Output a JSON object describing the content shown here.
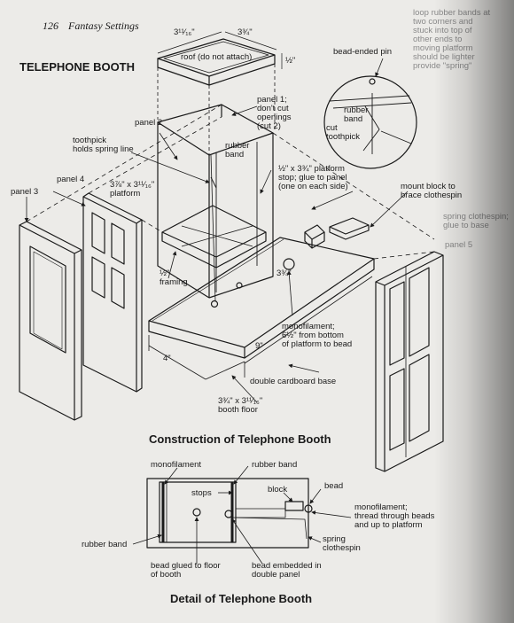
{
  "header": {
    "page_number": "126",
    "running_title": "Fantasy Settings"
  },
  "titles": {
    "main": "TELEPHONE BOOTH",
    "construction": "Construction of Telephone Booth",
    "detail": "Detail of Telephone Booth"
  },
  "labels": {
    "dim_top_left": "3¹¹⁄₁₆\"",
    "dim_top_right": "3¾\"",
    "roof": "roof (do not attach)",
    "roof_height": "½\"",
    "bead_ended_pin": "bead-ended pin",
    "panel_1": "panel 1;\ndon't cut\nopenings\n(cut 2)",
    "panel_2": "panel 2",
    "rubber_band_booth": "rubber\nband",
    "inset_rubber_band": "rubber\nband",
    "inset_cut_toothpick": "cut\ntoothpick",
    "toothpick": "toothpick\nholds spring line",
    "platform_stop": "½\" x 3¾\" platform\nstop; glue to panel\n(one on each side)",
    "mount_block": "mount block to\nbrace clothespin",
    "spring_clothespin": "spring clothespin;\nglue to base",
    "panel_5": "panel 5",
    "panel_4": "panel 4",
    "panel_3": "panel 3",
    "platform_dim": "3⅞\" x 3¹¹⁄₁₆\"\nplatform",
    "framing": "½\"\nframing",
    "dim_34": "3¾\"",
    "monofilament_main": "monofilament;\n6½\" from bottom\nof platform to bead",
    "dim_4": "4\"",
    "dim_9": "9\"",
    "cardboard_base": "double cardboard base",
    "booth_floor": "3¾\" x 3¹¹⁄₁₆\"\nbooth floor",
    "faded_note": "loop rubber bands at\ntwo corners and\nstuck into top of\nother ends to\nmoving platform\nshould be lighter\nprovide \"spring\"",
    "det_monofilament": "monofilament",
    "det_rubber_band_top": "rubber band",
    "det_stops": "stops",
    "det_block": "block",
    "det_bead": "bead",
    "det_mono_through": "monofilament;\nthread through beads\nand up to platform",
    "det_spring_clothespin": "spring\nclothespin",
    "det_rubber_band_left": "rubber band",
    "det_bead_glued": "bead glued to floor\nof booth",
    "det_bead_embedded": "bead embedded in\ndouble panel"
  }
}
